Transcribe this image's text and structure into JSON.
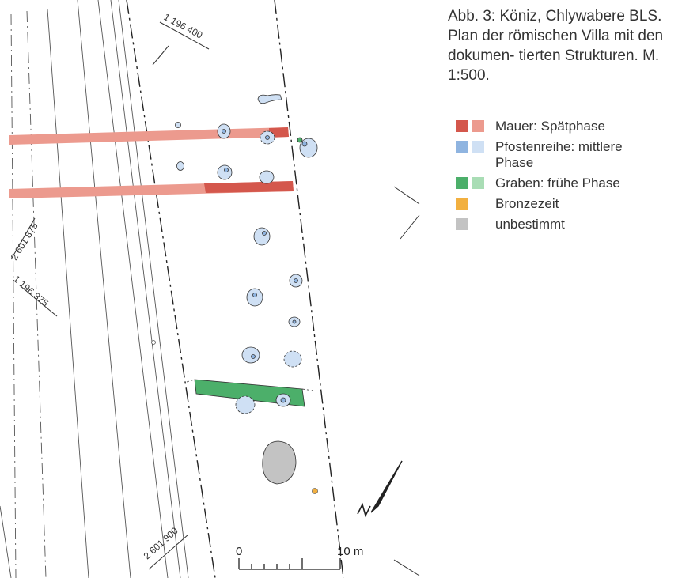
{
  "caption": "Abb. 3: Köniz, Chlywabere BLS. Plan der römischen Villa mit den dokumen- tierten Strukturen. M. 1:500.",
  "legend": {
    "mauer": {
      "label": "Mauer: Spätphase",
      "color_dark": "#d4574c",
      "color_light": "#ec9a8e"
    },
    "pfosten": {
      "label": "Pfostenreihe: mittlere Phase",
      "color_dark": "#8fb4e0",
      "color_light": "#cfe0f4"
    },
    "graben": {
      "label": "Graben: frühe Phase",
      "color_dark": "#4caf6a",
      "color_light": "#a9ddb5"
    },
    "bronze": {
      "label": "Bronzezeit",
      "color": "#f2b040"
    },
    "unbestimmt": {
      "label": "unbestimmt",
      "color": "#c3c3c3"
    }
  },
  "coords": {
    "c1": "1 196 400",
    "c2": "2 601 875",
    "c3": "1 196 375",
    "c4": "2 601 900"
  },
  "scale": {
    "start": "0",
    "end": "10 m"
  }
}
